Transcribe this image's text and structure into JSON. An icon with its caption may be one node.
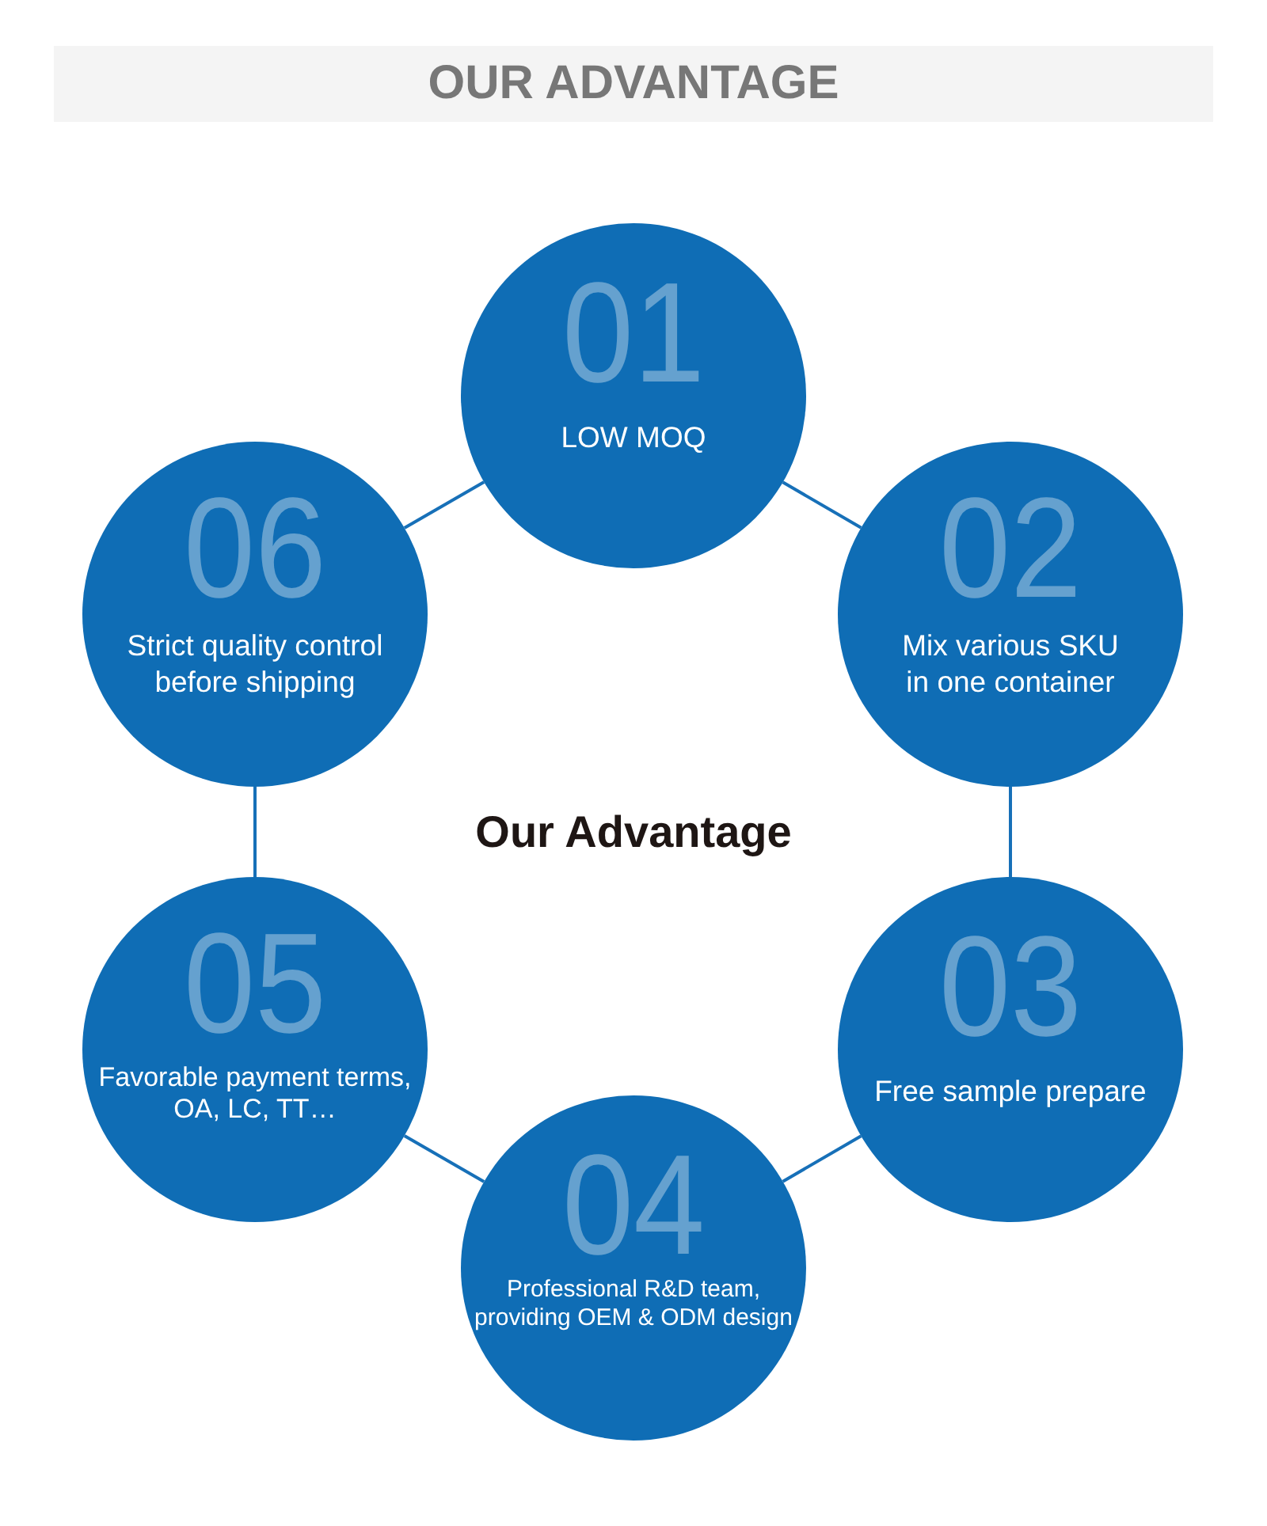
{
  "diagram": {
    "title": "OUR ADVANTAGE",
    "nodes": [
      {
        "text": [
          "01",
          "LOW MOQ"
        ]
      },
      {
        "text": [
          "02",
          "Mix various SKU in one container"
        ]
      },
      {
        "text": [
          "03",
          "Free sample prepare"
        ]
      },
      {
        "text": [
          "04",
          "Professional R&D team, providing OEM & ODM design"
        ]
      },
      {
        "text": [
          "05",
          "Favorable payment terms, OA, LC, TT…"
        ]
      },
      {
        "text": [
          "06",
          "Strict quality control before shipping"
        ]
      }
    ],
    "edges": [
      {
        "from": 0,
        "to": 1,
        "arrow": "none"
      },
      {
        "from": 1,
        "to": 2,
        "arrow": "none"
      },
      {
        "from": 2,
        "to": 3,
        "arrow": "none"
      },
      {
        "from": 3,
        "to": 4,
        "arrow": "none"
      },
      {
        "from": 4,
        "to": 5,
        "arrow": "none"
      },
      {
        "from": 5,
        "to": 0,
        "arrow": "none"
      }
    ],
    "labels": [
      "Our Advantage"
    ]
  }
}
